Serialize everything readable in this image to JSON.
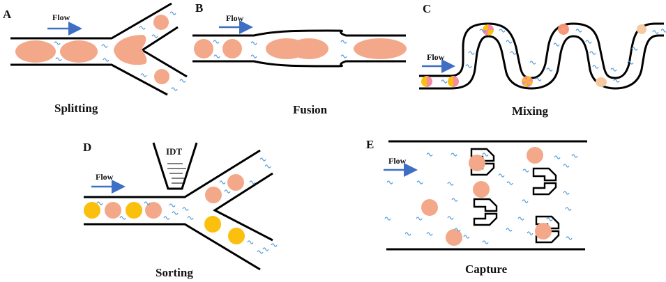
{
  "figure": {
    "colors": {
      "wall": "#000000",
      "flow_arrow": "#3e6fc4",
      "cell": "#f4a88a",
      "yellow": "#fbbf0e",
      "pink": "#f58aa0",
      "mixed": "#f7c9a0",
      "wave": "#5aa0dc"
    },
    "flow_label": "Flow",
    "panels": [
      {
        "id": "A",
        "letter": "A",
        "caption": "Splitting"
      },
      {
        "id": "B",
        "letter": "B",
        "caption": "Fusion"
      },
      {
        "id": "C",
        "letter": "C",
        "caption": "Mixing"
      },
      {
        "id": "D",
        "letter": "D",
        "caption": "Sorting",
        "transducer_label": "IDT"
      },
      {
        "id": "E",
        "letter": "E",
        "caption": "Capture"
      }
    ]
  }
}
